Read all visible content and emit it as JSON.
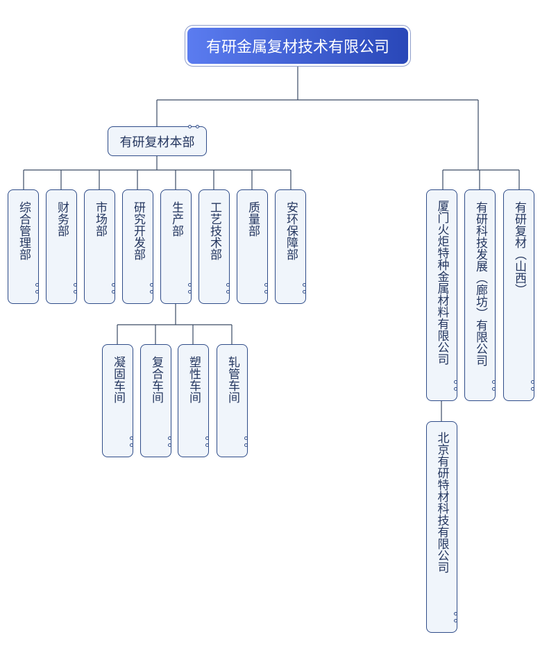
{
  "diagram": {
    "root": {
      "label": "有研金属复材技术有限公司"
    },
    "hq": {
      "label": "有研复材本部"
    },
    "departments": [
      {
        "label": "综合管理部"
      },
      {
        "label": "财务部"
      },
      {
        "label": "市场部"
      },
      {
        "label": "研究开发部"
      },
      {
        "label": "生产部"
      },
      {
        "label": "工艺技术部"
      },
      {
        "label": "质量部"
      },
      {
        "label": "安环保障部"
      }
    ],
    "workshops": [
      {
        "label": "凝固车间"
      },
      {
        "label": "复合车间"
      },
      {
        "label": "塑性车间"
      },
      {
        "label": "轧管车间"
      }
    ],
    "subsidiaries": [
      {
        "label": "厦门火炬特种金属材料有限公司"
      },
      {
        "label": "有研科技发展（廊坊）有限公司"
      },
      {
        "label": "有研复材（山西）"
      }
    ],
    "sub_subsidiary": {
      "label": "北京有研特材科技有限公司"
    },
    "colors": {
      "root_gradient_start": "#5b7cf0",
      "root_gradient_end": "#2947b8",
      "node_fill": "#f0f5fb",
      "node_border": "#2e4b88",
      "connector": "#3a4a64"
    }
  }
}
